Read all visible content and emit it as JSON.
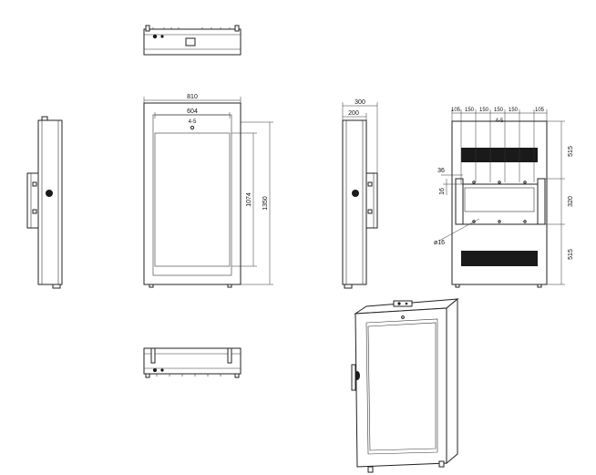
{
  "dimensions": {
    "front_width": "810",
    "front_inner_width": "604",
    "front_view_height": "1074",
    "front_total_height": "1350",
    "side_depth": "300",
    "side_inner_depth": "200",
    "back_top_105_left": "105",
    "back_top_150_a": "150",
    "back_top_150_b": "150",
    "back_top_150_c": "150",
    "back_top_150_d": "150",
    "back_top_105_right": "105",
    "back_offset_36": "36",
    "back_offset_16": "16",
    "back_hole_dia": "ø16",
    "back_right_515_top": "515",
    "back_right_320": "320",
    "back_right_515_bottom": "515",
    "small_mark_front": "4-5",
    "small_mark_back": "4-5"
  }
}
